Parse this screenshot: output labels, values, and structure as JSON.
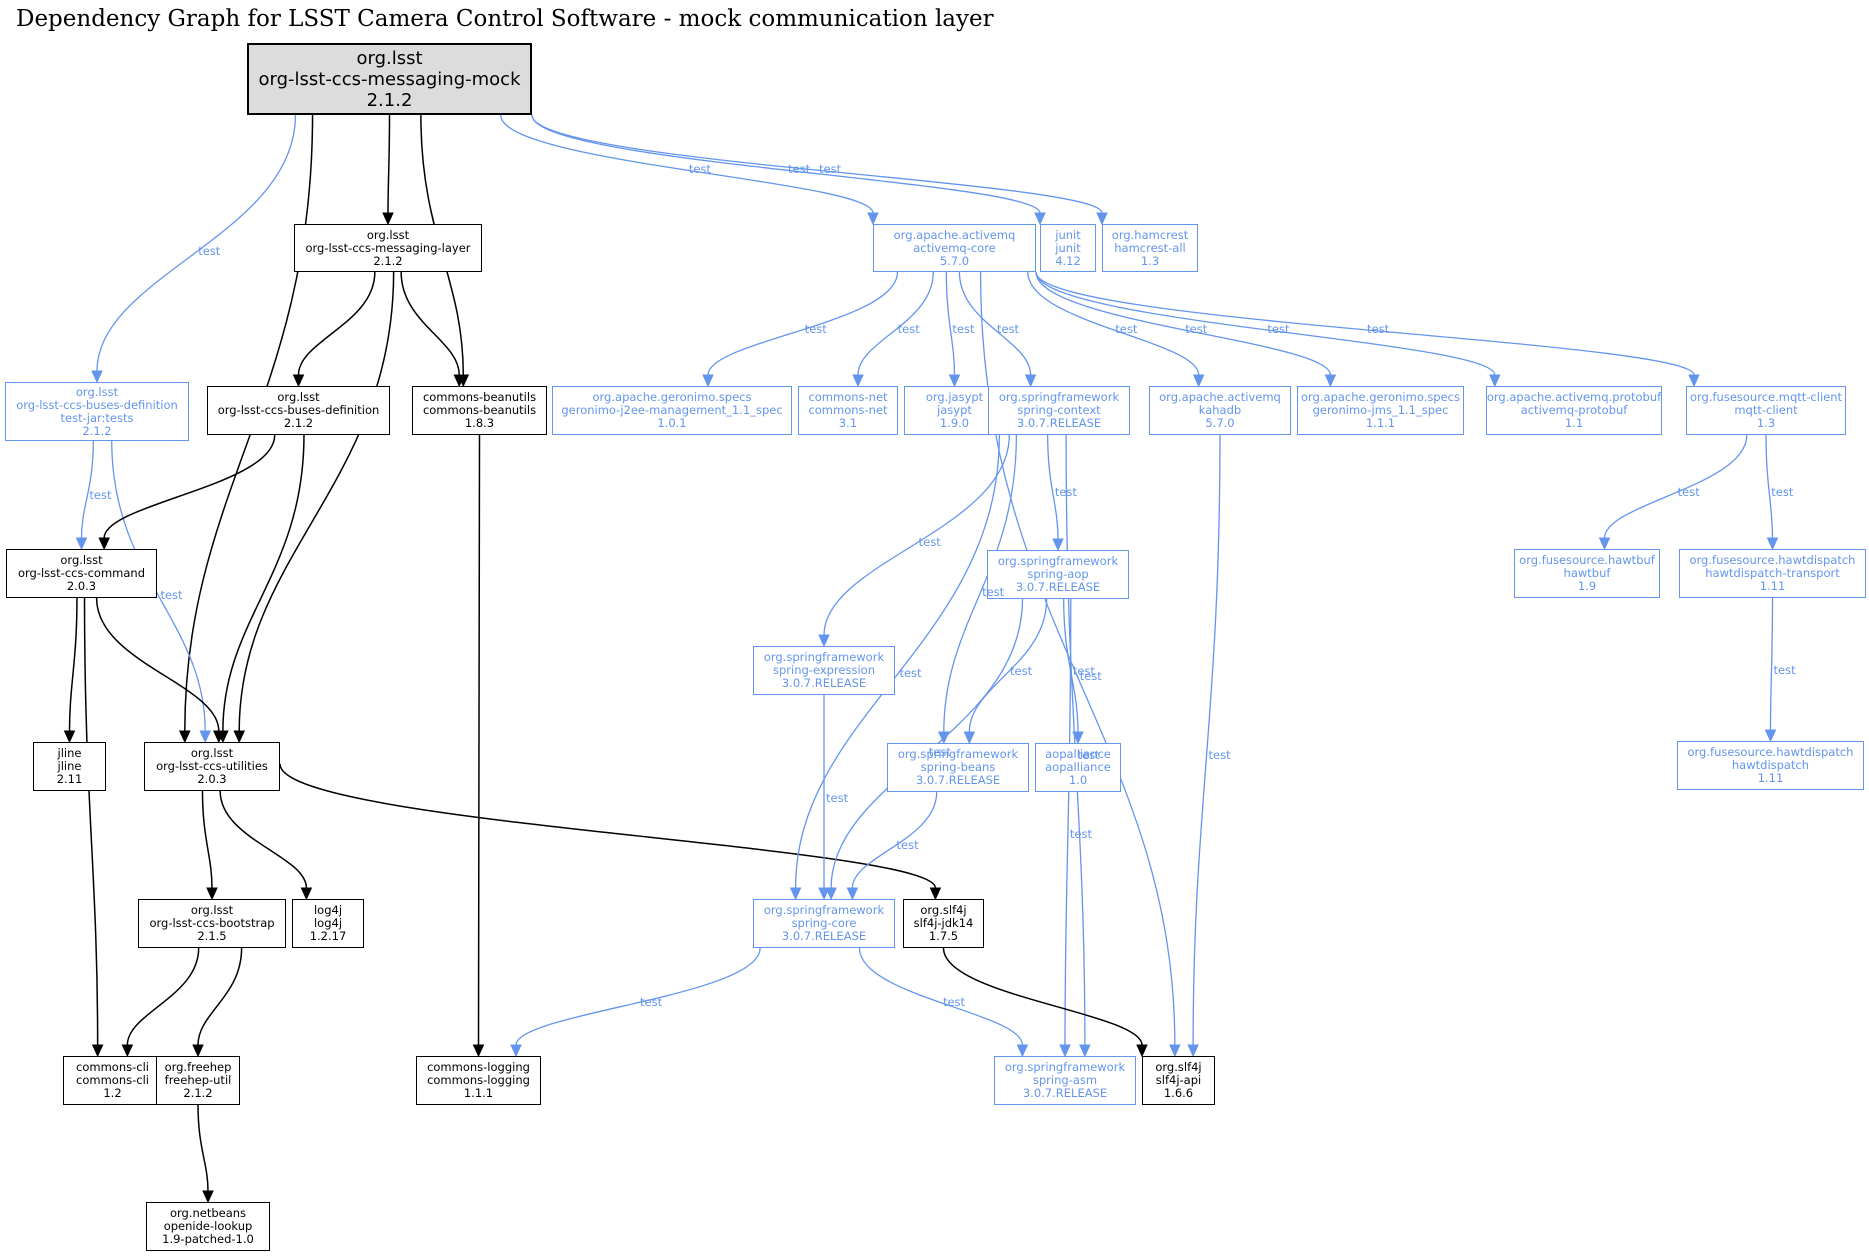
{
  "title": "Dependency Graph for LSST Camera Control Software - mock communication layer",
  "colors": {
    "compile": "#000000",
    "test": "#6495ed",
    "root_fill": "#dcdcdc"
  },
  "nodes": [
    {
      "id": "mock",
      "lines": [
        "org.lsst",
        "org-lsst-ccs-messaging-mock",
        "2.1.2"
      ],
      "scope": "root"
    },
    {
      "id": "layer",
      "lines": [
        "org.lsst",
        "org-lsst-ccs-messaging-layer",
        "2.1.2"
      ],
      "scope": "compile"
    },
    {
      "id": "busestest",
      "lines": [
        "org.lsst",
        "org-lsst-ccs-buses-definition",
        "test-jar:tests",
        "2.1.2"
      ],
      "scope": "test"
    },
    {
      "id": "buses",
      "lines": [
        "org.lsst",
        "org-lsst-ccs-buses-definition",
        "2.1.2"
      ],
      "scope": "compile"
    },
    {
      "id": "beanutils",
      "lines": [
        "commons-beanutils",
        "commons-beanutils",
        "1.8.3"
      ],
      "scope": "compile"
    },
    {
      "id": "command",
      "lines": [
        "org.lsst",
        "org-lsst-ccs-command",
        "2.0.3"
      ],
      "scope": "compile"
    },
    {
      "id": "jline",
      "lines": [
        "jline",
        "jline",
        "2.11"
      ],
      "scope": "compile"
    },
    {
      "id": "utilities",
      "lines": [
        "org.lsst",
        "org-lsst-ccs-utilities",
        "2.0.3"
      ],
      "scope": "compile"
    },
    {
      "id": "bootstrap",
      "lines": [
        "org.lsst",
        "org-lsst-ccs-bootstrap",
        "2.1.5"
      ],
      "scope": "compile"
    },
    {
      "id": "log4j",
      "lines": [
        "log4j",
        "log4j",
        "1.2.17"
      ],
      "scope": "compile"
    },
    {
      "id": "cli",
      "lines": [
        "commons-cli",
        "commons-cli",
        "1.2"
      ],
      "scope": "compile"
    },
    {
      "id": "freehep",
      "lines": [
        "org.freehep",
        "freehep-util",
        "2.1.2"
      ],
      "scope": "compile"
    },
    {
      "id": "lookup",
      "lines": [
        "org.netbeans",
        "openide-lookup",
        "1.9-patched-1.0"
      ],
      "scope": "compile"
    },
    {
      "id": "logging",
      "lines": [
        "commons-logging",
        "commons-logging",
        "1.1.1"
      ],
      "scope": "compile"
    },
    {
      "id": "amqcore",
      "lines": [
        "org.apache.activemq",
        "activemq-core",
        "5.7.0"
      ],
      "scope": "test"
    },
    {
      "id": "junit",
      "lines": [
        "junit",
        "junit",
        "4.12"
      ],
      "scope": "test"
    },
    {
      "id": "hamcrest",
      "lines": [
        "org.hamcrest",
        "hamcrest-all",
        "1.3"
      ],
      "scope": "test"
    },
    {
      "id": "j2ee",
      "lines": [
        "org.apache.geronimo.specs",
        "geronimo-j2ee-management_1.1_spec",
        "1.0.1"
      ],
      "scope": "test"
    },
    {
      "id": "cnet",
      "lines": [
        "commons-net",
        "commons-net",
        "3.1"
      ],
      "scope": "test"
    },
    {
      "id": "jasypt",
      "lines": [
        "org.jasypt",
        "jasypt",
        "1.9.0"
      ],
      "scope": "test"
    },
    {
      "id": "context",
      "lines": [
        "org.springframework",
        "spring-context",
        "3.0.7.RELEASE"
      ],
      "scope": "test"
    },
    {
      "id": "kahadb",
      "lines": [
        "org.apache.activemq",
        "kahadb",
        "5.7.0"
      ],
      "scope": "test"
    },
    {
      "id": "jms",
      "lines": [
        "org.apache.geronimo.specs",
        "geronimo-jms_1.1_spec",
        "1.1.1"
      ],
      "scope": "test"
    },
    {
      "id": "protobuf",
      "lines": [
        "org.apache.activemq.protobuf",
        "activemq-protobuf",
        "1.1"
      ],
      "scope": "test"
    },
    {
      "id": "mqtt",
      "lines": [
        "org.fusesource.mqtt-client",
        "mqtt-client",
        "1.3"
      ],
      "scope": "test"
    },
    {
      "id": "aop",
      "lines": [
        "org.springframework",
        "spring-aop",
        "3.0.7.RELEASE"
      ],
      "scope": "test"
    },
    {
      "id": "expression",
      "lines": [
        "org.springframework",
        "spring-expression",
        "3.0.7.RELEASE"
      ],
      "scope": "test"
    },
    {
      "id": "beans",
      "lines": [
        "org.springframework",
        "spring-beans",
        "3.0.7.RELEASE"
      ],
      "scope": "test"
    },
    {
      "id": "aopalliance",
      "lines": [
        "aopalliance",
        "aopalliance",
        "1.0"
      ],
      "scope": "test"
    },
    {
      "id": "core",
      "lines": [
        "org.springframework",
        "spring-core",
        "3.0.7.RELEASE"
      ],
      "scope": "test"
    },
    {
      "id": "jdk14",
      "lines": [
        "org.slf4j",
        "slf4j-jdk14",
        "1.7.5"
      ],
      "scope": "compile"
    },
    {
      "id": "asm",
      "lines": [
        "org.springframework",
        "spring-asm",
        "3.0.7.RELEASE"
      ],
      "scope": "test"
    },
    {
      "id": "slf4japi",
      "lines": [
        "org.slf4j",
        "slf4j-api",
        "1.6.6"
      ],
      "scope": "compile"
    },
    {
      "id": "hawtbuf",
      "lines": [
        "org.fusesource.hawtbuf",
        "hawtbuf",
        "1.9"
      ],
      "scope": "test"
    },
    {
      "id": "transport",
      "lines": [
        "org.fusesource.hawtdispatch",
        "hawtdispatch-transport",
        "1.11"
      ],
      "scope": "test"
    },
    {
      "id": "hawtdispatch",
      "lines": [
        "org.fusesource.hawtdispatch",
        "hawtdispatch",
        "1.11"
      ],
      "scope": "test"
    }
  ],
  "edges": [
    {
      "from": "mock",
      "to": "busestest",
      "label": "test"
    },
    {
      "from": "mock",
      "to": "utilities",
      "label": ""
    },
    {
      "from": "mock",
      "to": "layer",
      "label": ""
    },
    {
      "from": "mock",
      "to": "beanutils",
      "label": ""
    },
    {
      "from": "mock",
      "to": "amqcore",
      "label": "test"
    },
    {
      "from": "mock",
      "to": "junit",
      "label": "test"
    },
    {
      "from": "mock",
      "to": "hamcrest",
      "label": "test"
    },
    {
      "from": "layer",
      "to": "buses",
      "label": ""
    },
    {
      "from": "layer",
      "to": "beanutils",
      "label": ""
    },
    {
      "from": "layer",
      "to": "utilities",
      "label": ""
    },
    {
      "from": "busestest",
      "to": "command",
      "label": "test"
    },
    {
      "from": "busestest",
      "to": "utilities",
      "label": "test"
    },
    {
      "from": "buses",
      "to": "command",
      "label": ""
    },
    {
      "from": "buses",
      "to": "utilities",
      "label": ""
    },
    {
      "from": "beanutils",
      "to": "logging",
      "label": ""
    },
    {
      "from": "command",
      "to": "jline",
      "label": ""
    },
    {
      "from": "command",
      "to": "utilities",
      "label": ""
    },
    {
      "from": "command",
      "to": "cli",
      "label": ""
    },
    {
      "from": "utilities",
      "to": "bootstrap",
      "label": ""
    },
    {
      "from": "utilities",
      "to": "log4j",
      "label": ""
    },
    {
      "from": "utilities",
      "to": "jdk14",
      "label": ""
    },
    {
      "from": "bootstrap",
      "to": "cli",
      "label": ""
    },
    {
      "from": "bootstrap",
      "to": "freehep",
      "label": ""
    },
    {
      "from": "freehep",
      "to": "lookup",
      "label": ""
    },
    {
      "from": "amqcore",
      "to": "j2ee",
      "label": "test"
    },
    {
      "from": "amqcore",
      "to": "cnet",
      "label": "test"
    },
    {
      "from": "amqcore",
      "to": "jasypt",
      "label": "test"
    },
    {
      "from": "amqcore",
      "to": "context",
      "label": "test"
    },
    {
      "from": "amqcore",
      "to": "slf4japi",
      "label": "test"
    },
    {
      "from": "amqcore",
      "to": "kahadb",
      "label": "test"
    },
    {
      "from": "amqcore",
      "to": "jms",
      "label": "test"
    },
    {
      "from": "amqcore",
      "to": "protobuf",
      "label": "test"
    },
    {
      "from": "amqcore",
      "to": "mqtt",
      "label": "test"
    },
    {
      "from": "context",
      "to": "expression",
      "label": "test"
    },
    {
      "from": "context",
      "to": "core",
      "label": "test"
    },
    {
      "from": "context",
      "to": "beans",
      "label": "test"
    },
    {
      "from": "context",
      "to": "aop",
      "label": "test"
    },
    {
      "from": "context",
      "to": "asm",
      "label": "test"
    },
    {
      "from": "aop",
      "to": "core",
      "label": "test"
    },
    {
      "from": "aop",
      "to": "beans",
      "label": "test"
    },
    {
      "from": "aop",
      "to": "aopalliance",
      "label": "test"
    },
    {
      "from": "aop",
      "to": "asm",
      "label": "test"
    },
    {
      "from": "expression",
      "to": "core",
      "label": "test"
    },
    {
      "from": "beans",
      "to": "core",
      "label": "test"
    },
    {
      "from": "core",
      "to": "logging",
      "label": "test"
    },
    {
      "from": "core",
      "to": "asm",
      "label": "test"
    },
    {
      "from": "jdk14",
      "to": "slf4japi",
      "label": ""
    },
    {
      "from": "kahadb",
      "to": "slf4japi",
      "label": "test"
    },
    {
      "from": "mqtt",
      "to": "hawtbuf",
      "label": "test"
    },
    {
      "from": "mqtt",
      "to": "transport",
      "label": "test"
    },
    {
      "from": "transport",
      "to": "hawtdispatch",
      "label": "test"
    }
  ]
}
